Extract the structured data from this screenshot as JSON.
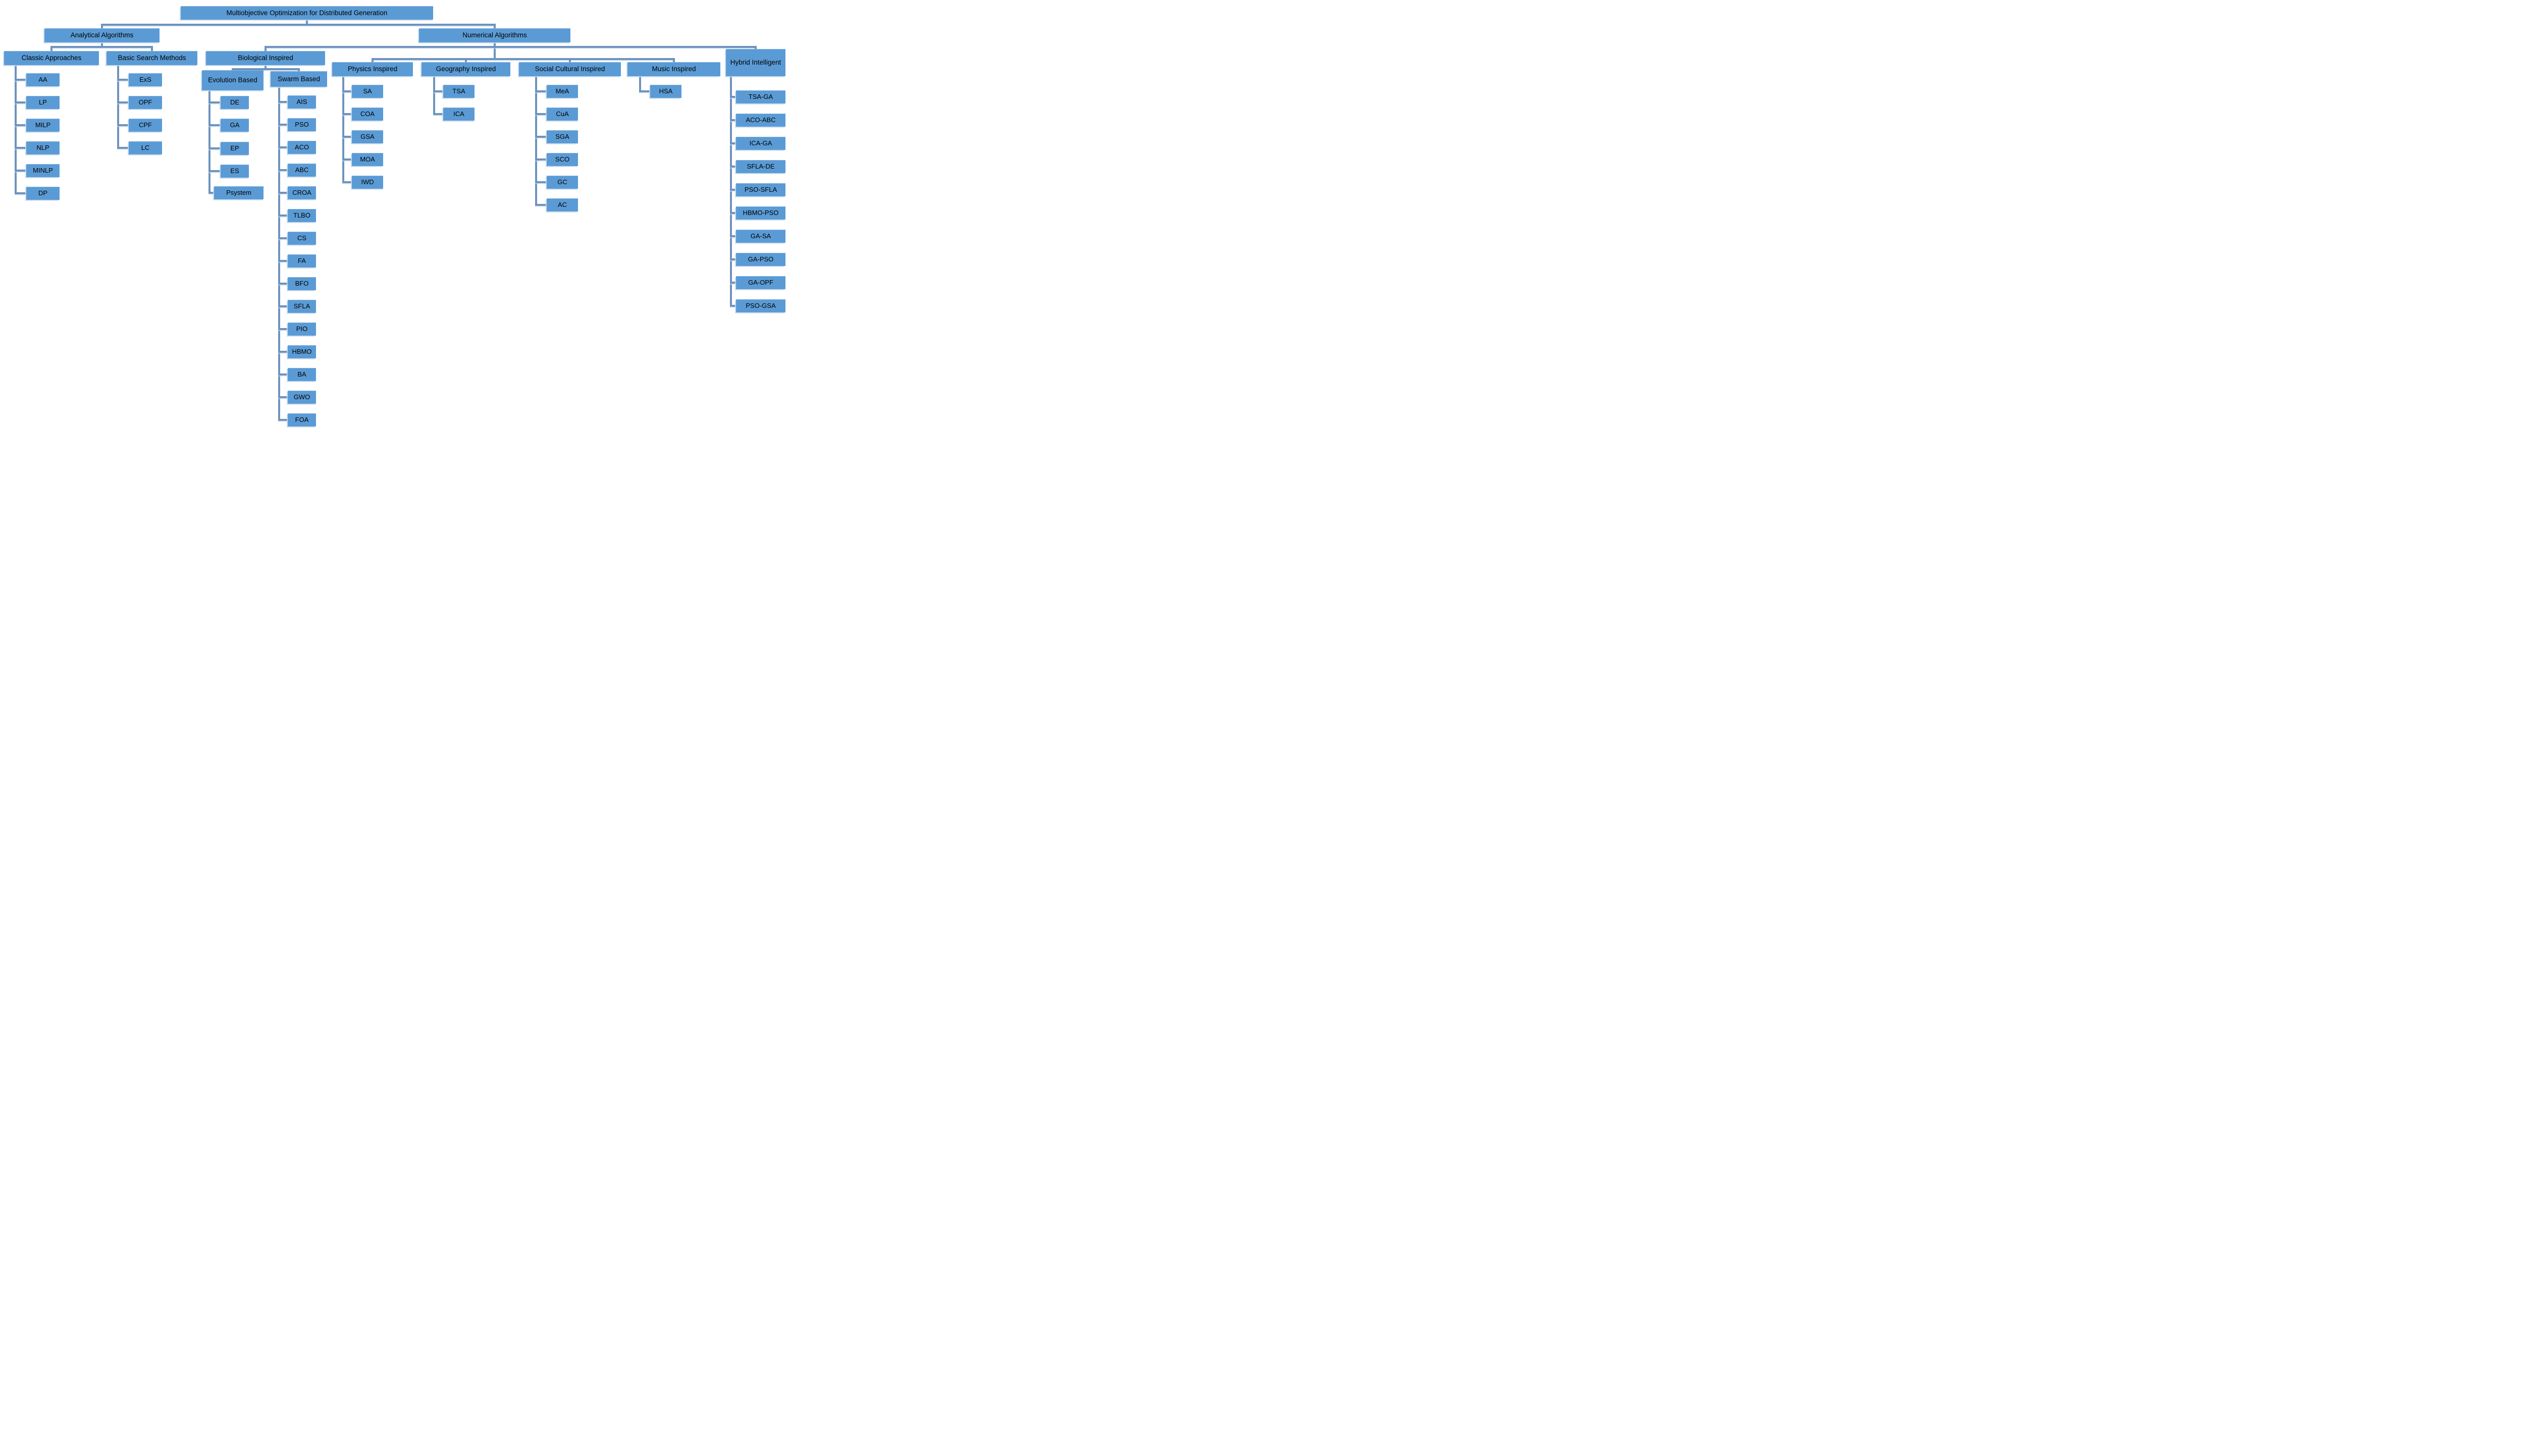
{
  "figure": {
    "root_label": "Multiobjective Optimization for Distributed Generation",
    "branches": [
      {
        "label": "Analytical Algorithms",
        "categories": [
          {
            "label": "Classic Approaches",
            "items": [
              "AA",
              "LP",
              "MILP",
              "NLP",
              "MINLP",
              "DP"
            ]
          },
          {
            "label": "Basic Search Methods",
            "items": [
              "ExS",
              "OPF",
              "CPF",
              "LC"
            ]
          }
        ]
      },
      {
        "label": "Numerical Algorithms",
        "categories": [
          {
            "label": "Biological Inspired",
            "items": [],
            "subcategories": [
              {
                "label": "Evolution Based",
                "items": [
                  "DE",
                  "GA",
                  "EP",
                  "ES",
                  "Psystem"
                ]
              },
              {
                "label": "Swarm Based",
                "items": [
                  "AIS",
                  "PSO",
                  "ACO",
                  "ABC",
                  "CROA",
                  "TLBO",
                  "CS",
                  "FA",
                  "BFO",
                  "SFLA",
                  "PIO",
                  "HBMO",
                  "BA",
                  "GWO",
                  "FOA"
                ]
              }
            ]
          },
          {
            "label": "Physics Inspired",
            "items": [
              "SA",
              "COA",
              "GSA",
              "MOA",
              "IWD"
            ]
          },
          {
            "label": "Geography Inspired",
            "items": [
              "TSA",
              "ICA"
            ]
          },
          {
            "label": "Social Cultural Inspired",
            "items": [
              "MeA",
              "CuA",
              "SGA",
              "SCO",
              "GC",
              "AC"
            ]
          },
          {
            "label": "Music Inspired",
            "items": [
              "HSA"
            ]
          },
          {
            "label": "Hybrid Intelligent",
            "items": [
              "TSA-GA",
              "ACO-ABC",
              "ICA-GA",
              "SFLA-DE",
              "PSO-SFLA",
              "HBMO-PSO",
              "GA-SA",
              "GA-PSO",
              "GA-OPF",
              "PSO-GSA"
            ]
          }
        ]
      }
    ],
    "colors": {
      "box_fill": "#5b9bd5",
      "connector": "#6e93bd",
      "text": "#000000"
    }
  }
}
